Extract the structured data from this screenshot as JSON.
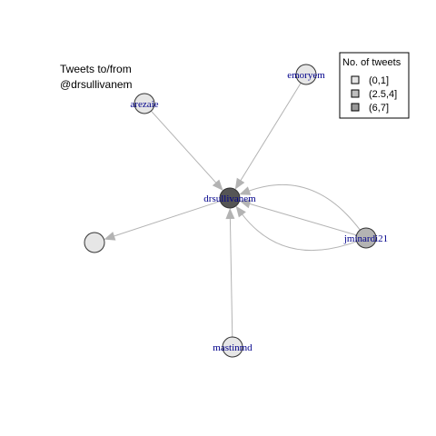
{
  "title": {
    "line1": "Tweets to/from",
    "line2": "@drsullivanem"
  },
  "legend": {
    "title": "No. of tweets",
    "items": [
      {
        "label": "(0,1]",
        "color": "#e6e6e6"
      },
      {
        "label": "(2.5,4]",
        "color": "#bebebe"
      },
      {
        "label": "(6,7]",
        "color": "#999999"
      }
    ]
  },
  "nodes": [
    {
      "id": "arezaie",
      "label": "arezaie",
      "color": "#e6e6e6"
    },
    {
      "id": "emoryem",
      "label": "emoryem",
      "color": "#e6e6e6"
    },
    {
      "id": "drsullivanem",
      "label": "drsullivanem",
      "color": "#555555"
    },
    {
      "id": "unlabeled",
      "label": "",
      "color": "#e6e6e6"
    },
    {
      "id": "jminardi21",
      "label": "jminardi21",
      "color": "#b3b3b3"
    },
    {
      "id": "mastinmd",
      "label": "mastinmd",
      "color": "#e6e6e6"
    }
  ],
  "edges": [
    {
      "from": "arezaie",
      "to": "drsullivanem"
    },
    {
      "from": "emoryem",
      "to": "drsullivanem"
    },
    {
      "from": "drsullivanem",
      "to": "unlabeled"
    },
    {
      "from": "jminardi21",
      "to": "drsullivanem",
      "curve": "upper"
    },
    {
      "from": "jminardi21",
      "to": "drsullivanem",
      "curve": "straight"
    },
    {
      "from": "jminardi21",
      "to": "drsullivanem",
      "curve": "lower"
    },
    {
      "from": "mastinmd",
      "to": "drsullivanem"
    }
  ]
}
